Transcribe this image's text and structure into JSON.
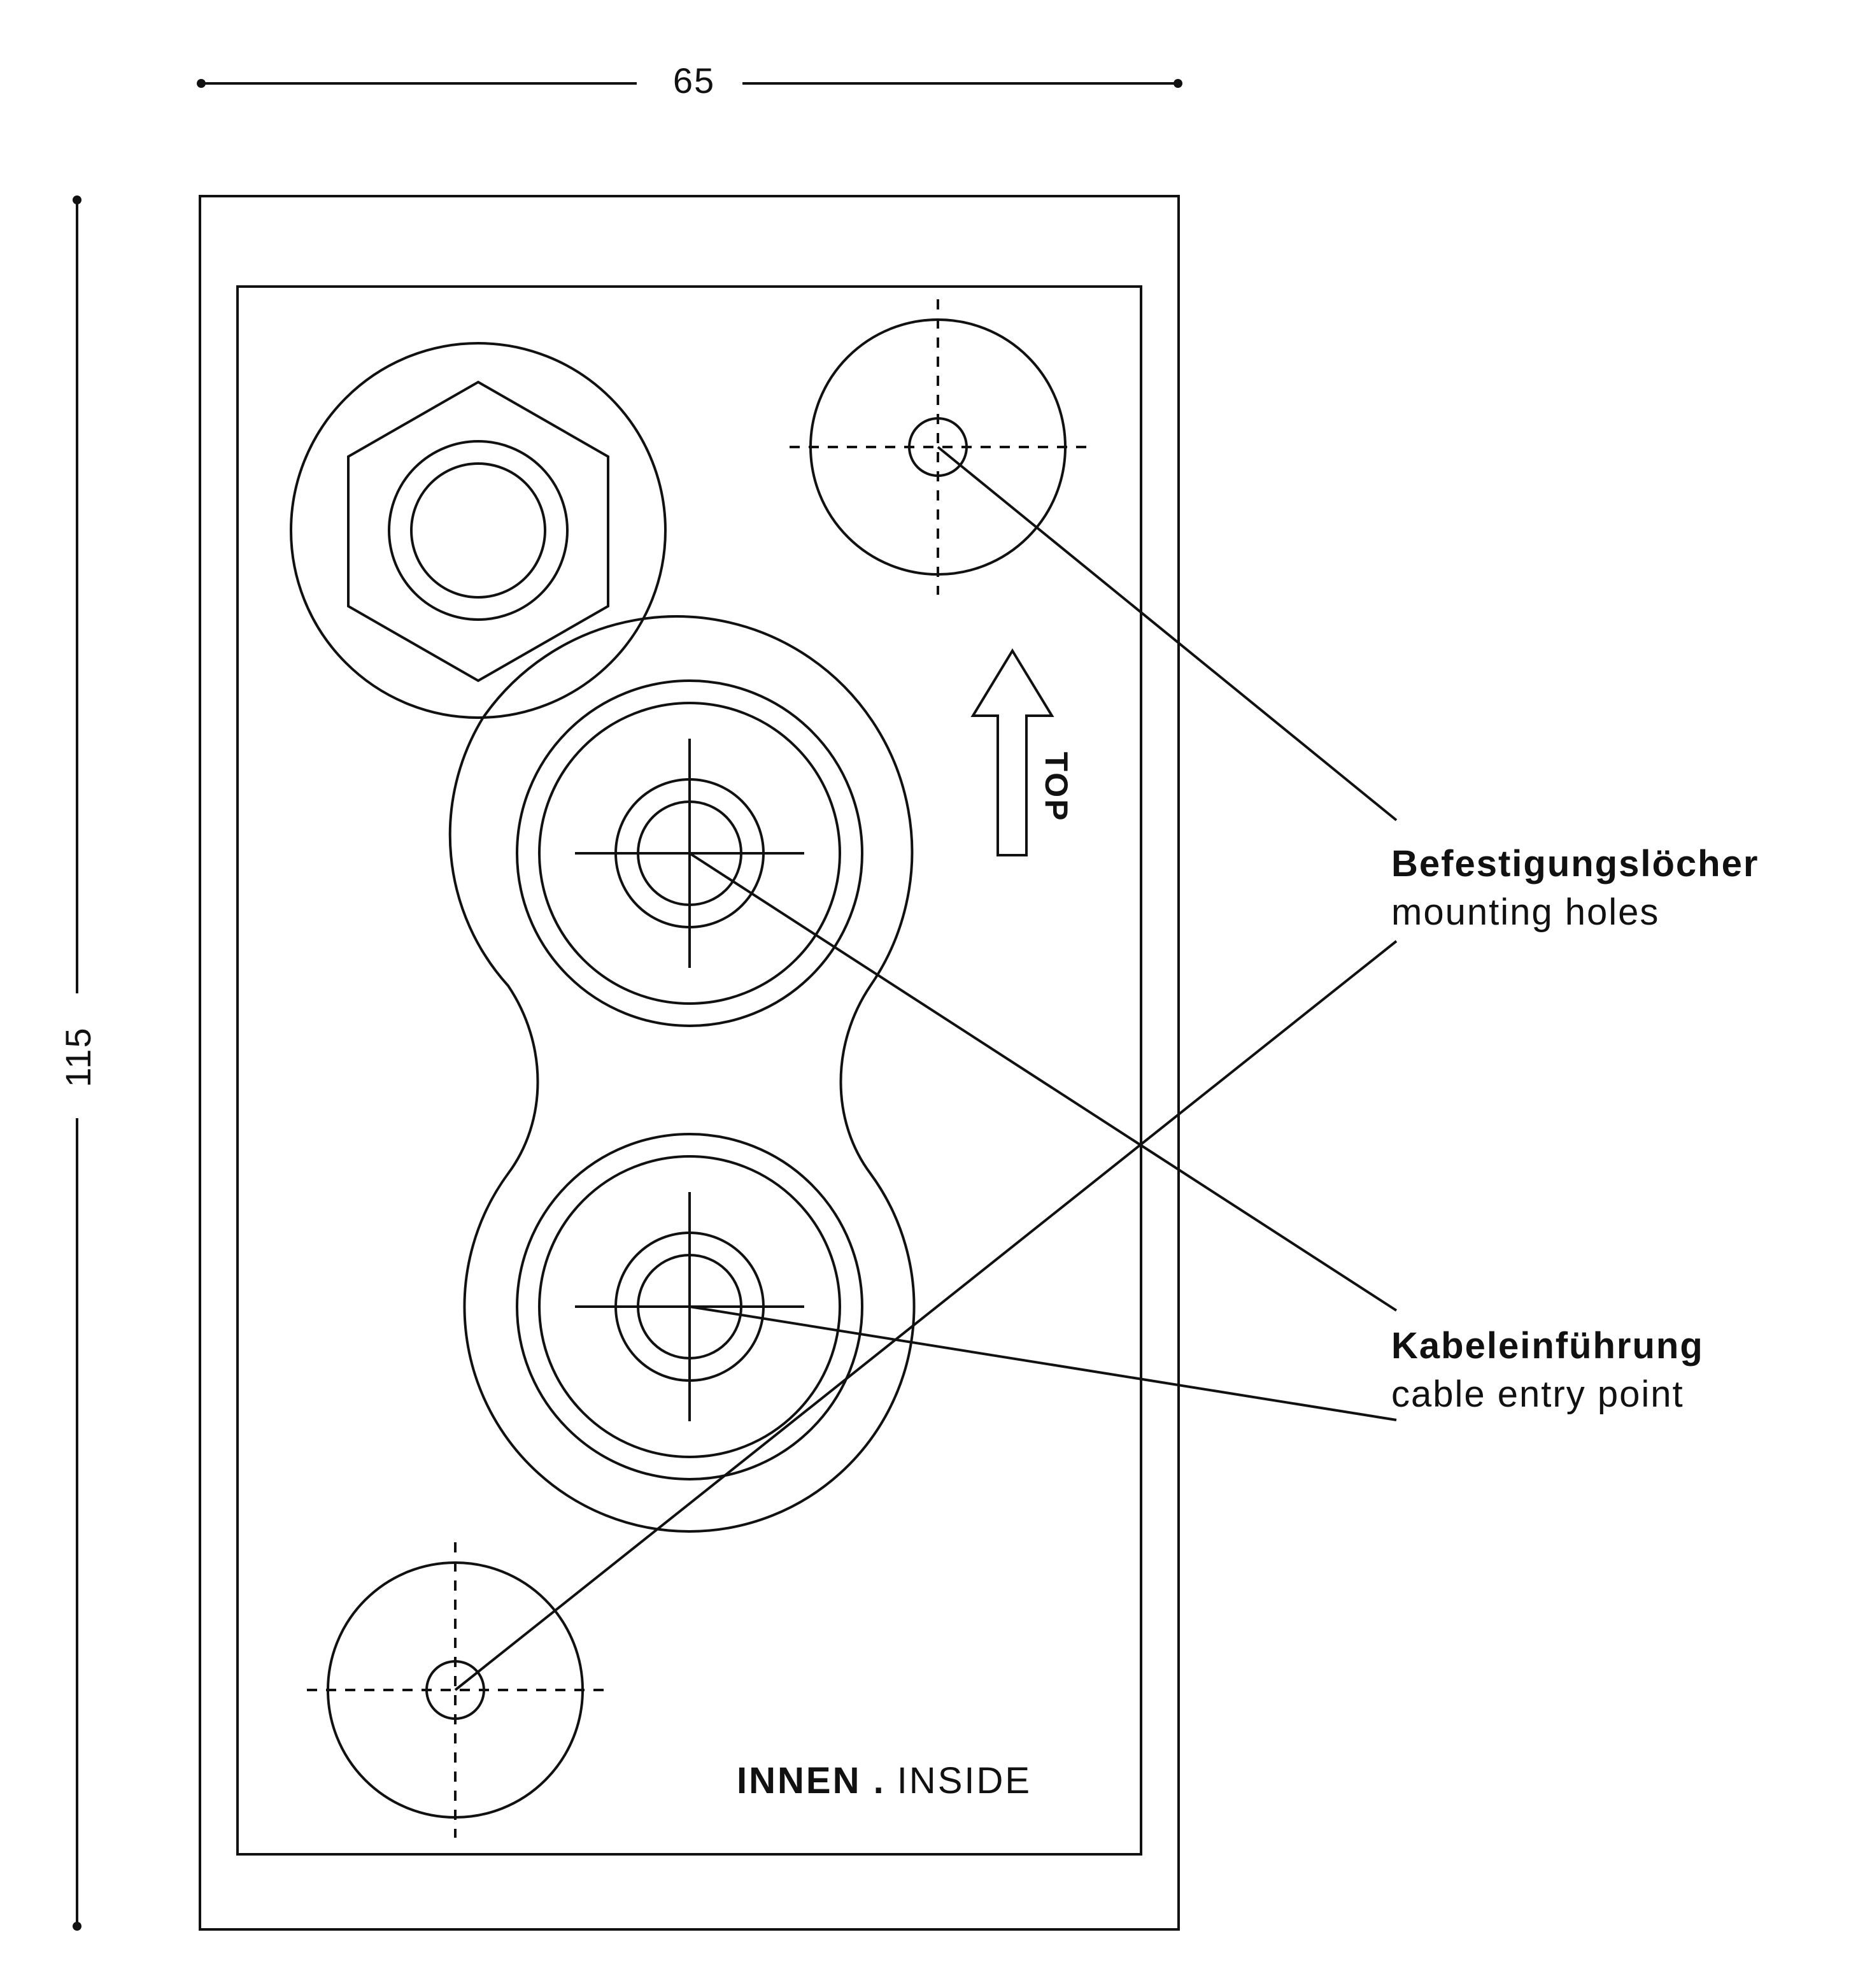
{
  "dimensions": {
    "width_label": "65",
    "height_label": "115"
  },
  "labels": {
    "mounting": {
      "de": "Befestigungslöcher",
      "en": "mounting holes"
    },
    "cable": {
      "de": "Kabeleinführung",
      "en": "cable entry point"
    },
    "top": "TOP",
    "side_de": "INNEN .",
    "side_en": "INSIDE"
  },
  "colors": {
    "line": "#111111",
    "background": "#ffffff"
  }
}
